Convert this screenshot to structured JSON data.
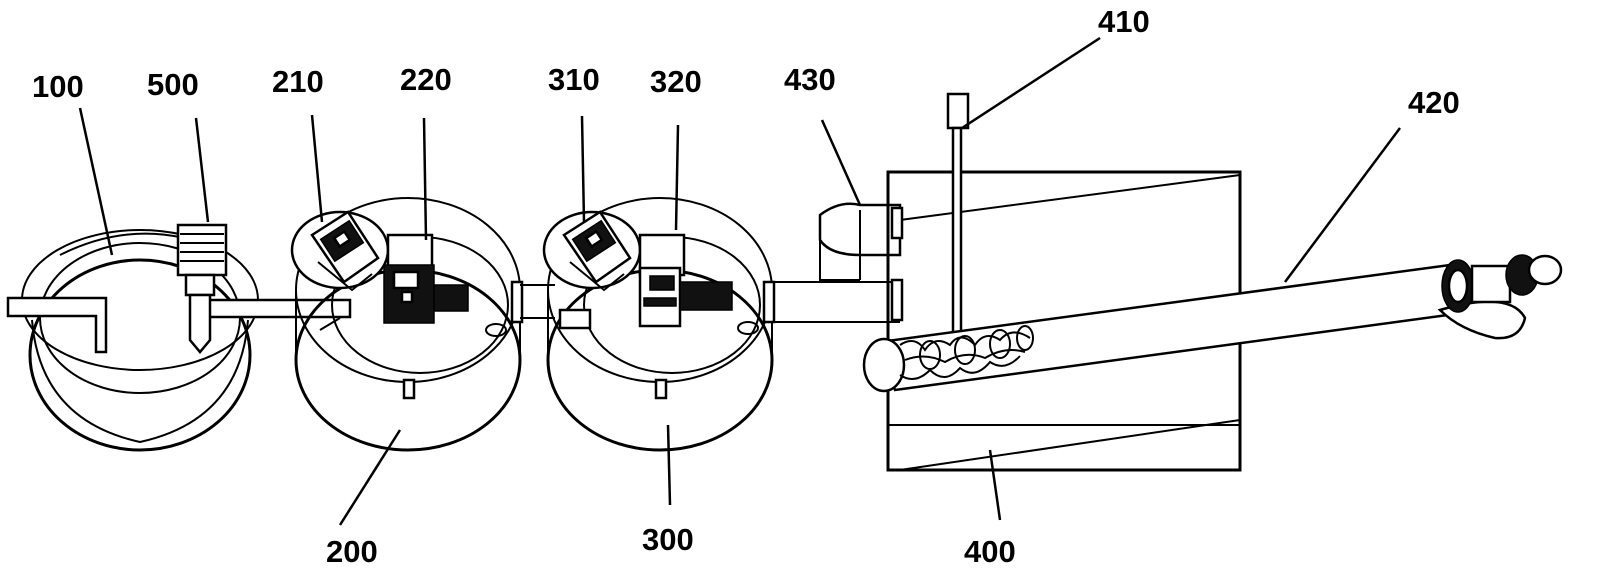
{
  "labels": {
    "l100": "100",
    "l500": "500",
    "l210": "210",
    "l220": "220",
    "l310": "310",
    "l320": "320",
    "l430": "430",
    "l410": "410",
    "l420": "420",
    "l200": "200",
    "l300": "300",
    "l400": "400"
  }
}
